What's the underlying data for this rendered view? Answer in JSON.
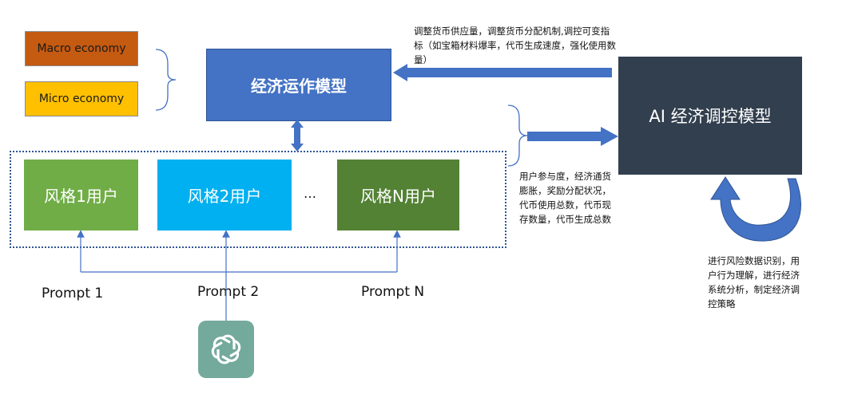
{
  "boxes": {
    "macro": "Macro economy",
    "micro": "Micro economy",
    "model": "经济运作模型",
    "ai_model": "AI 经济调控模型",
    "user1": "风格1用户",
    "user2": "风格2用户",
    "ellipsis": "…",
    "userN": "风格N用户"
  },
  "notes": {
    "control": "调整货币供应量，调整货币分配机制,调控可变指标（如宝箱材料爆率，代币生成速度，强化使用数量）",
    "metrics": "用户参与度，经济通货膨胀，奖励分配状况，代币使用总数，代币现存数量，代币生成总数",
    "analysis": "进行风险数据识别，用户行为理解，进行经济系统分析，制定经济调控策略"
  },
  "prompts": {
    "p1": "Prompt 1",
    "p2": "Prompt 2",
    "pN": "Prompt N"
  },
  "colors": {
    "macro": "#c55a11",
    "micro": "#ffc000",
    "model": "#4472c4",
    "ai_model": "#323f4f",
    "user1": "#70ad47",
    "user2": "#00b0f0",
    "userN": "#548235",
    "arrow": "#4472c4",
    "openai_tile": "#74aa9c"
  },
  "icons": {
    "openai": "openai-logo-icon"
  }
}
